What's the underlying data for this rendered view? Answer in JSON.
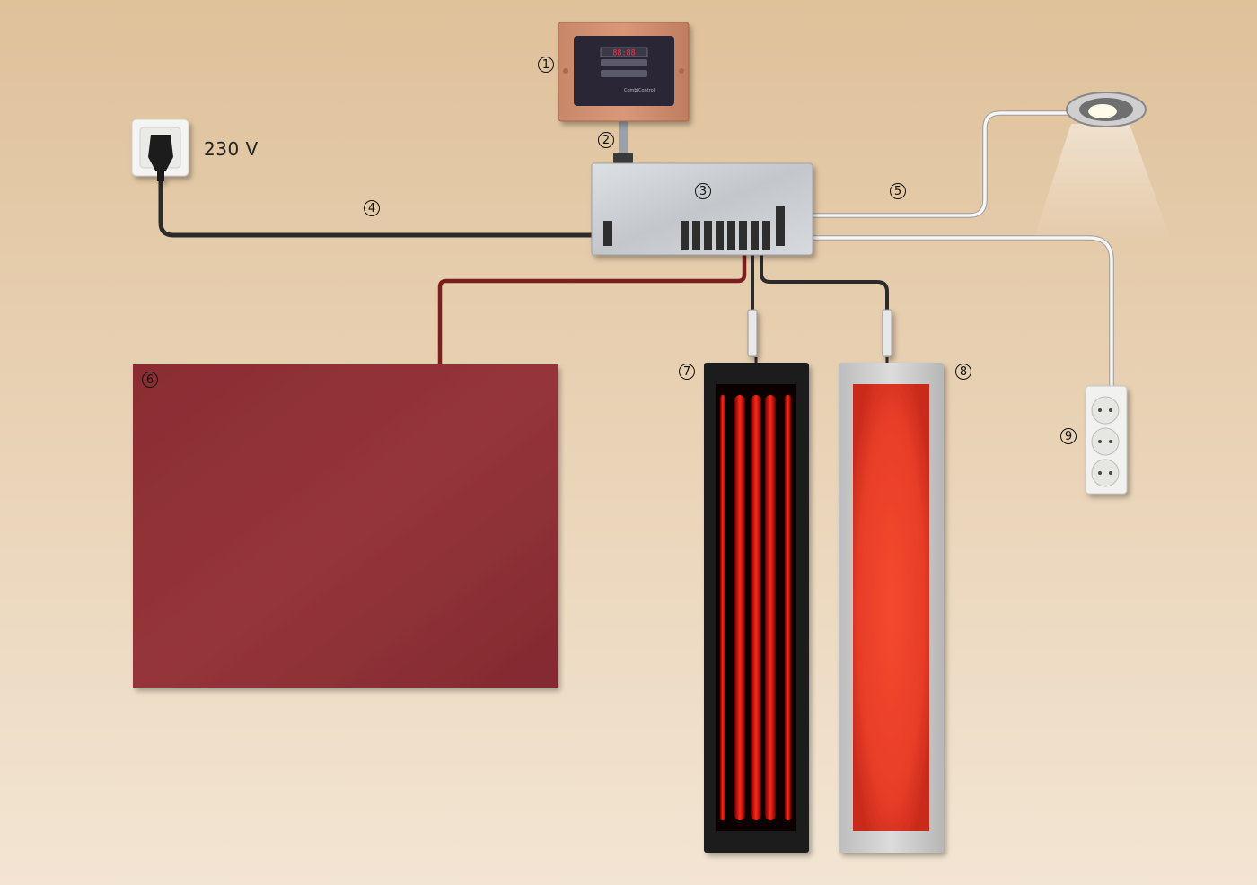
{
  "diagram": {
    "voltage_label": "230 V",
    "control_brand": "CombiControl",
    "control_display": "88:88",
    "callouts": [
      "1",
      "2",
      "3",
      "4",
      "5",
      "6",
      "7",
      "8",
      "9"
    ],
    "colors": {
      "background_top": "#e0c29b",
      "background_bottom": "#f3e5d2",
      "panel_red": "#8d2d33",
      "heater_glow": "#ff2a1a",
      "heater_flat": "#e8402a",
      "power_cable": "#2a2a2a",
      "red_cable": "#7d1f1f",
      "white_cable": "#f4f4f4"
    }
  }
}
